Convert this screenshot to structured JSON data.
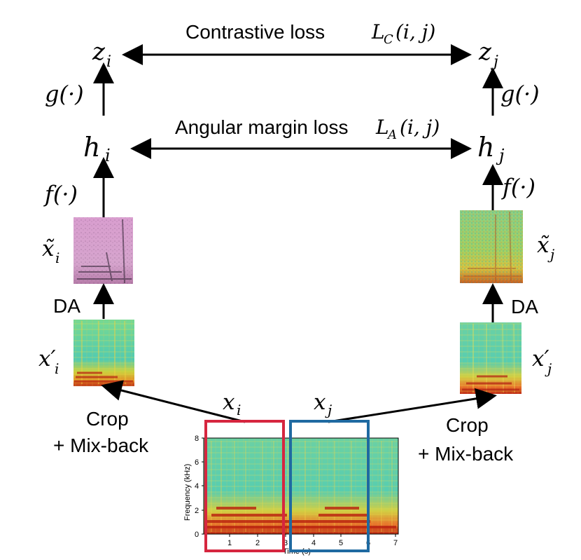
{
  "top_loss": {
    "text": "Contrastive loss ",
    "math": "L",
    "subscript": "C",
    "args": "(i, j)"
  },
  "mid_loss": {
    "text": "Angular margin loss ",
    "math": "L",
    "subscript": "A",
    "args": "(i, j)"
  },
  "left_branch": {
    "z": {
      "main": "z",
      "sub": "i"
    },
    "g": "g(·)",
    "h": {
      "main": "h",
      "sub": "i"
    },
    "f": "f(·)",
    "x_tilde": {
      "main": "x̃",
      "sub": "i"
    },
    "da": "DA",
    "x_prime": {
      "main": "x′",
      "sub": "i"
    },
    "crop_line1": "Crop",
    "crop_line2": "+ Mix-back"
  },
  "right_branch": {
    "z": {
      "main": "z",
      "sub": "j"
    },
    "g": "g(·)",
    "h": {
      "main": "h",
      "sub": "j"
    },
    "f": "f(·)",
    "x_tilde": {
      "main": "x̃",
      "sub": "j"
    },
    "da": "DA",
    "x_prime": {
      "main": "x′",
      "sub": "j"
    },
    "crop_line1": "Crop",
    "crop_line2": "+ Mix-back"
  },
  "crops": {
    "left": {
      "main": "x",
      "sub": "i",
      "color": "#d6263f"
    },
    "right": {
      "main": "x",
      "sub": "j",
      "color": "#1f6aa1"
    }
  },
  "spectrogram": {
    "ylabel": "Frequency (kHz)",
    "xlabel": "Time (s)",
    "yticks": [
      "8",
      "6",
      "4",
      "2",
      "0"
    ],
    "xticks": [
      "1",
      "2",
      "3",
      "4",
      "5",
      "6",
      "7"
    ]
  },
  "colors": {
    "spectrogram_background": "#59d0b0",
    "spectrogram_energy": "#d24b1b",
    "spectrogram_high": "#f3d64b",
    "augmented_left": "#d7a6cd",
    "arrow": "#000000"
  }
}
